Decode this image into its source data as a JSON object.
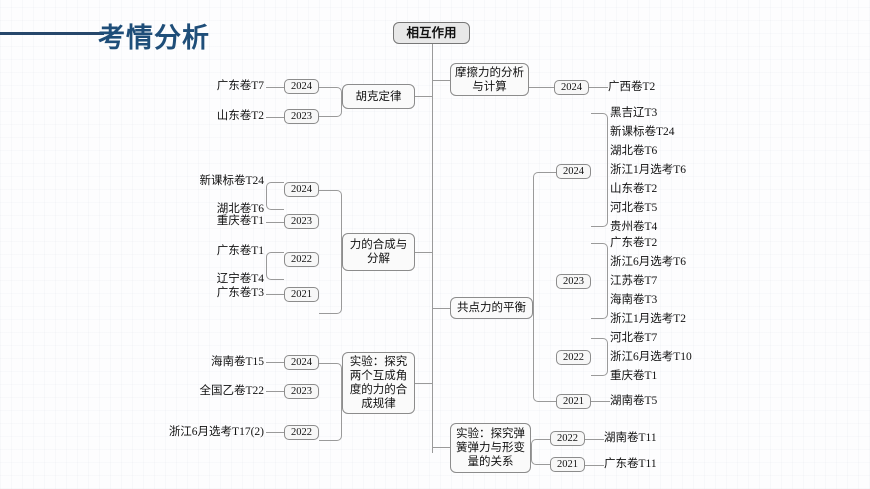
{
  "header": {
    "title": "考情分析",
    "rule_color": "#26476b",
    "title_color": "#1f4e79"
  },
  "mindmap": {
    "root": "相互作用",
    "branches": [
      {
        "id": "hooke",
        "label": "胡克定律",
        "years": [
          {
            "year": "2024",
            "papers": [
              "广东卷T7"
            ]
          },
          {
            "year": "2023",
            "papers": [
              "山东卷T2"
            ]
          }
        ]
      },
      {
        "id": "friction",
        "label": "摩擦力的分析\n与计算",
        "years": [
          {
            "year": "2024",
            "papers": [
              "广西卷T2"
            ]
          }
        ]
      },
      {
        "id": "composition",
        "label": "力的合成与\n分解",
        "years": [
          {
            "year": "2024",
            "papers": [
              "新课标卷T24",
              "湖北卷T6"
            ]
          },
          {
            "year": "2023",
            "papers": [
              "重庆卷T1"
            ]
          },
          {
            "year": "2022",
            "papers": [
              "广东卷T1",
              "辽宁卷T4"
            ]
          },
          {
            "year": "2021",
            "papers": [
              "广东卷T3"
            ]
          }
        ]
      },
      {
        "id": "equilibrium",
        "label": "共点力的平衡",
        "years": [
          {
            "year": "2024",
            "papers": [
              "黑吉辽T3",
              "新课标卷T24",
              "湖北卷T6",
              "浙江1月选考T6",
              "山东卷T2",
              "河北卷T5",
              "贵州卷T4"
            ]
          },
          {
            "year": "2023",
            "papers": [
              "广东卷T2",
              "浙江6月选考T6",
              "江苏卷T7",
              "海南卷T3",
              "浙江1月选考T2"
            ]
          },
          {
            "year": "2022",
            "papers": [
              "河北卷T7",
              "浙江6月选考T10",
              "重庆卷T1"
            ]
          },
          {
            "year": "2021",
            "papers": [
              "湖南卷T5"
            ]
          }
        ]
      },
      {
        "id": "exp-angle",
        "label": "实验：探究\n两个互成角\n度的力的合\n成规律",
        "years": [
          {
            "year": "2024",
            "papers": [
              "海南卷T15"
            ]
          },
          {
            "year": "2023",
            "papers": [
              "全国乙卷T22"
            ]
          },
          {
            "year": "2022",
            "papers": [
              "浙江6月选考T17(2)"
            ]
          }
        ]
      },
      {
        "id": "exp-spring",
        "label": "实验：探究弹\n簧弹力与形变\n量的关系",
        "years": [
          {
            "year": "2022",
            "papers": [
              "湖南卷T11"
            ]
          },
          {
            "year": "2021",
            "papers": [
              "广东卷T11"
            ]
          }
        ]
      }
    ]
  }
}
